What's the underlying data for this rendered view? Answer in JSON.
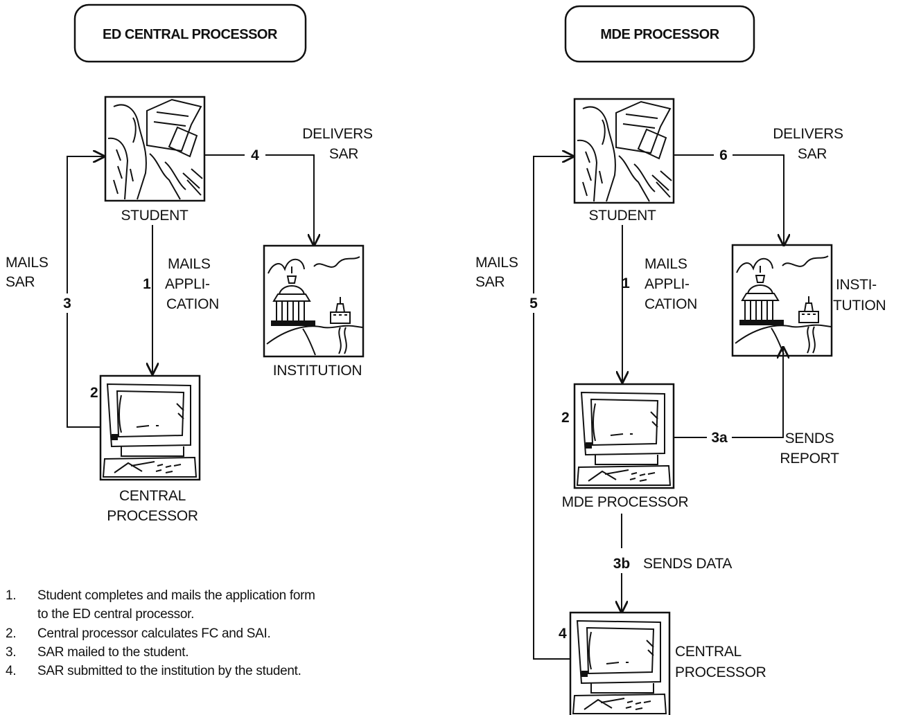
{
  "left": {
    "title": "ED CENTRAL PROCESSOR",
    "student_label": "STUDENT",
    "institution_label": "INSTITUTION",
    "processor_label_1": "CENTRAL",
    "processor_label_2": "PROCESSOR",
    "processor_num": "2",
    "step1_num": "1",
    "step1_text_1": "MAILS",
    "step1_text_2": "APPLI-",
    "step1_text_3": "CATION",
    "step3_num": "3",
    "step3_text_1": "MAILS",
    "step3_text_2": "SAR",
    "step4_num": "4",
    "step4_text_1": "DELIVERS",
    "step4_text_2": "SAR",
    "notes": [
      {
        "num": "1.",
        "text": "Student completes and mails the application form"
      },
      {
        "num": "",
        "text": "to the ED central processor."
      },
      {
        "num": "2.",
        "text": "Central processor calculates FC and SAI."
      },
      {
        "num": "3.",
        "text": "SAR mailed to the student."
      },
      {
        "num": "4.",
        "text": "SAR submitted to the institution by the student."
      }
    ]
  },
  "right": {
    "title": "MDE PROCESSOR",
    "student_label": "STUDENT",
    "institution_label_1": "INSTI-",
    "institution_label_2": "TUTION",
    "mde_label": "MDE PROCESSOR",
    "mde_num": "2",
    "central_label_1": "CENTRAL",
    "central_label_2": "PROCESSOR",
    "central_num": "4",
    "step1_num": "1",
    "step1_text_1": "MAILS",
    "step1_text_2": "APPLI-",
    "step1_text_3": "CATION",
    "step3a_num": "3a",
    "step3a_text_1": "SENDS",
    "step3a_text_2": "REPORT",
    "step3b_num": "3b",
    "step3b_text": "SENDS DATA",
    "step5_num": "5",
    "step5_text_1": "MAILS",
    "step5_text_2": "SAR",
    "step6_num": "6",
    "step6_text_1": "DELIVERS",
    "step6_text_2": "SAR"
  }
}
